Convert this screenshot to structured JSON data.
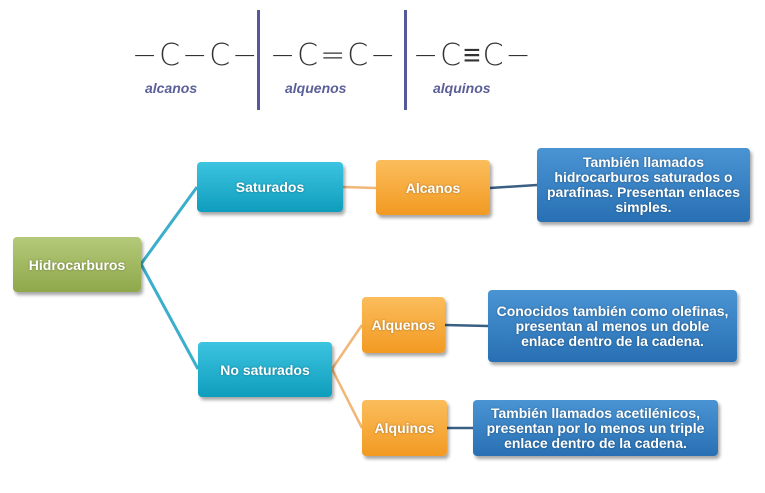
{
  "formulas": [
    {
      "structure": "−C−C−",
      "label": "alcanos"
    },
    {
      "structure": "−C=C−",
      "label": "alquenos"
    },
    {
      "structure": "−C≡C−",
      "label": "alquinos"
    }
  ],
  "tree": {
    "root": "Hidrocarburos",
    "saturados": "Saturados",
    "no_saturados": "No saturados",
    "alcanos": "Alcanos",
    "alquenos": "Alquenos",
    "alquinos": "Alquinos",
    "alcanos_desc": "También llamados hidrocarburos saturados o parafinas. Presentan enlaces simples.",
    "alquenos_desc": "Conocidos también como olefinas, presentan al menos un doble enlace  dentro de la cadena.",
    "alquinos_desc": "También llamados acetilénicos, presentan por lo menos un triple enlace dentro de la  cadena."
  },
  "colors": {
    "root": "#9bb35a",
    "level1": "#1aaacb",
    "level2": "#f5a733",
    "desc": "#2f7cc0",
    "accent": "#55599a"
  }
}
